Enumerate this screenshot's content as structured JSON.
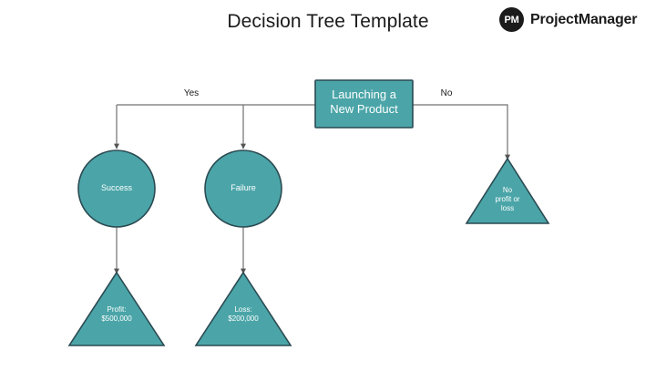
{
  "header": {
    "title": "Decision Tree Template",
    "brand_mark": "PM",
    "brand_name": "ProjectManager"
  },
  "colors": {
    "node_fill": "#4ba5a8",
    "node_stroke": "#2b4a52",
    "node_text": "#ffffff",
    "connector": "#707070",
    "page_text": "#1b1b1b",
    "background": "#ffffff"
  },
  "diagram": {
    "type": "decision-tree",
    "root": {
      "id": "root",
      "shape": "rectangle",
      "label": "Launching a\nNew Product"
    },
    "edge_labels": [
      {
        "id": "yes",
        "label": "Yes"
      },
      {
        "id": "no",
        "label": "No"
      }
    ],
    "chance_nodes": [
      {
        "id": "success",
        "shape": "circle",
        "label": "Success"
      },
      {
        "id": "failure",
        "shape": "circle",
        "label": "Failure"
      }
    ],
    "outcome_nodes": [
      {
        "id": "profit",
        "shape": "triangle",
        "label": "Profit:\n$500,000"
      },
      {
        "id": "loss",
        "shape": "triangle",
        "label": "Loss:\n$200,000"
      },
      {
        "id": "no-profit-or-loss",
        "shape": "triangle",
        "label": "No\nprofit or\nloss"
      }
    ]
  }
}
